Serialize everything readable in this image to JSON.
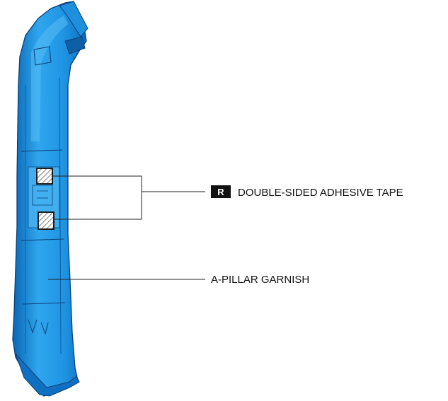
{
  "callouts": {
    "tape": {
      "badge": "R",
      "label": "DOUBLE-SIDED ADHESIVE TAPE"
    },
    "garnish": {
      "label": "A-PILLAR GARNISH"
    }
  },
  "colors": {
    "part_fill": "#1e96e6",
    "part_light": "#5cc0f8",
    "part_dark": "#0b5fa8",
    "outline": "#0a3f78",
    "leader": "#222222",
    "badge_bg": "#111111"
  }
}
